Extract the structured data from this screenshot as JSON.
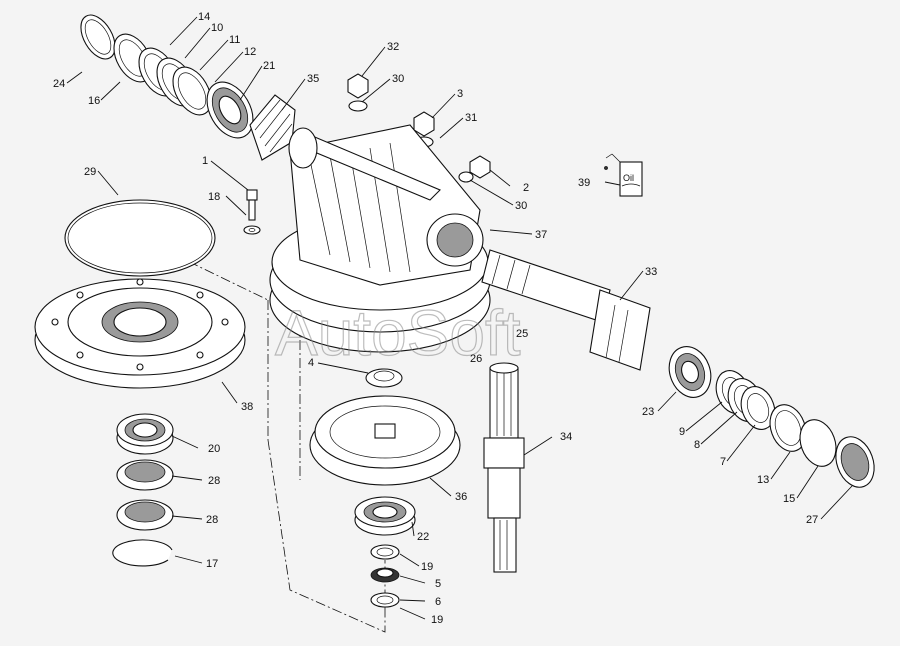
{
  "watermark": "AutoSoft",
  "oil_label": "Oil",
  "callouts": [
    "24",
    "16",
    "14",
    "10",
    "11",
    "12",
    "21",
    "35",
    "32",
    "30",
    "3",
    "31",
    "2",
    "30",
    "39",
    "1",
    "18",
    "29",
    "37",
    "33",
    "25",
    "26",
    "4",
    "38",
    "20",
    "28",
    "28",
    "17",
    "36",
    "22",
    "19",
    "5",
    "6",
    "19",
    "34",
    "23",
    "9",
    "8",
    "7",
    "13",
    "15",
    "27"
  ]
}
